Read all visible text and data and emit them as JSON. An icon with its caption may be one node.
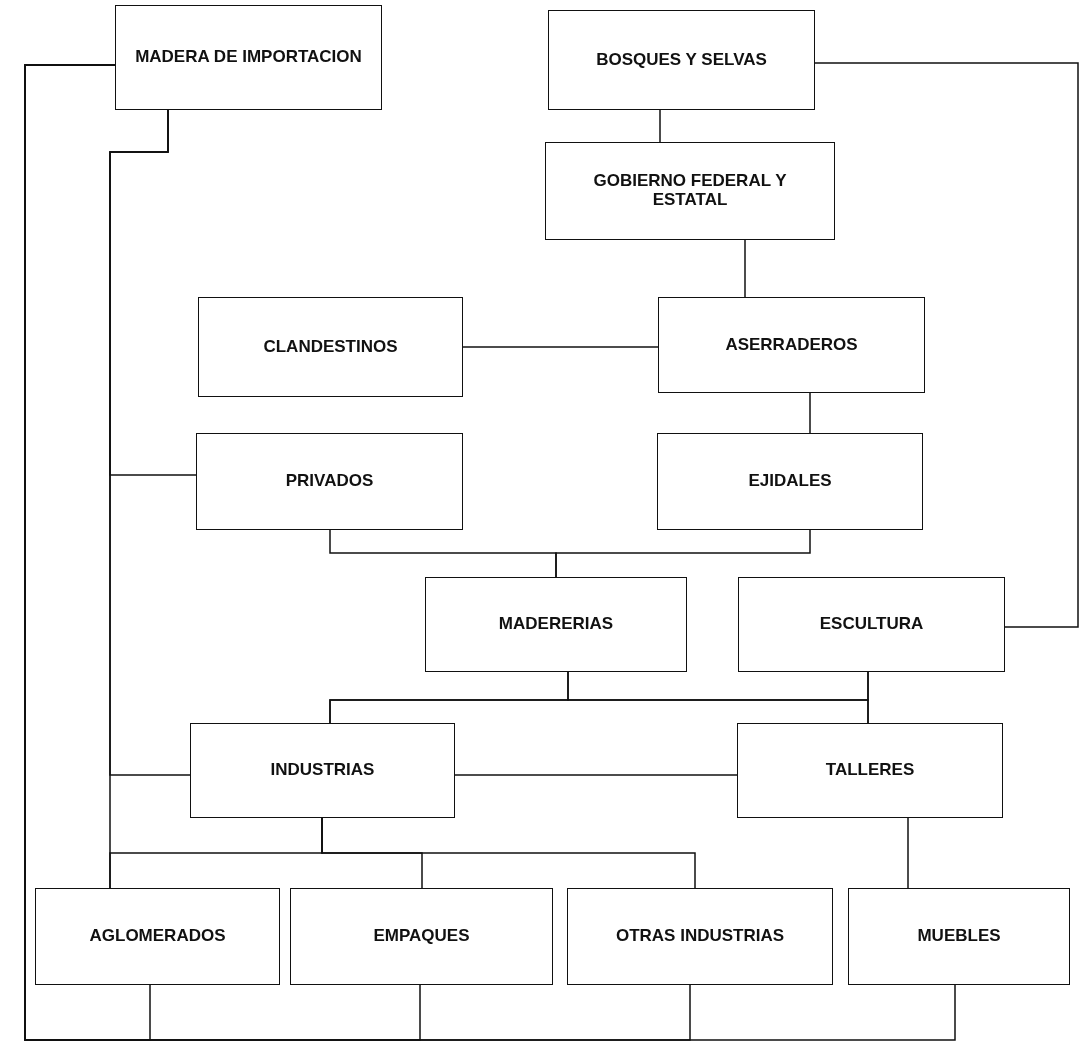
{
  "diagram": {
    "nodes": [
      {
        "text": [
          "MADERA DE IMPORTACION"
        ]
      },
      {
        "text": [
          "BOSQUES Y SELVAS"
        ]
      },
      {
        "text": [
          "GOBIERNO FEDERAL Y ESTATAL"
        ]
      },
      {
        "text": [
          "CLANDESTINOS"
        ]
      },
      {
        "text": [
          "ASERRADEROS"
        ]
      },
      {
        "text": [
          "PRIVADOS"
        ]
      },
      {
        "text": [
          "EJIDALES"
        ]
      },
      {
        "text": [
          "MADERERIAS"
        ]
      },
      {
        "text": [
          "ESCULTURA"
        ]
      },
      {
        "text": [
          "INDUSTRIAS"
        ]
      },
      {
        "text": [
          "TALLERES"
        ]
      },
      {
        "text": [
          "AGLOMERADOS"
        ]
      },
      {
        "text": [
          "EMPAQUES"
        ]
      },
      {
        "text": [
          "OTRAS INDUSTRIAS"
        ]
      },
      {
        "text": [
          "MUEBLES"
        ]
      }
    ],
    "edges": [
      {
        "from": 1,
        "to": 2,
        "arrow": "none"
      },
      {
        "from": 2,
        "to": 4,
        "arrow": "none"
      },
      {
        "from": 3,
        "to": 4,
        "arrow": "none"
      },
      {
        "from": 4,
        "to": 6,
        "arrow": "none"
      },
      {
        "from": 1,
        "to": 8,
        "arrow": "none"
      },
      {
        "from": 5,
        "to": 7,
        "arrow": "none"
      },
      {
        "from": 6,
        "to": 7,
        "arrow": "none"
      },
      {
        "from": 7,
        "to": 9,
        "arrow": "none"
      },
      {
        "from": 7,
        "to": 10,
        "arrow": "none"
      },
      {
        "from": 8,
        "to": 10,
        "arrow": "none"
      },
      {
        "from": 8,
        "to": 9,
        "arrow": "none"
      },
      {
        "from": 9,
        "to": 10,
        "arrow": "none"
      },
      {
        "from": 0,
        "to": 5,
        "arrow": "none"
      },
      {
        "from": 0,
        "to": 9,
        "arrow": "none"
      },
      {
        "from": 0,
        "to": 11,
        "arrow": "none"
      },
      {
        "from": 9,
        "to": 11,
        "arrow": "none"
      },
      {
        "from": 9,
        "to": 12,
        "arrow": "none"
      },
      {
        "from": 9,
        "to": 13,
        "arrow": "none"
      },
      {
        "from": 10,
        "to": 14,
        "arrow": "none"
      },
      {
        "from": 11,
        "to": 0,
        "arrow": "none"
      },
      {
        "from": 12,
        "to": 0,
        "arrow": "none"
      },
      {
        "from": 13,
        "to": 0,
        "arrow": "none"
      },
      {
        "from": 14,
        "to": 0,
        "arrow": "none"
      }
    ]
  }
}
